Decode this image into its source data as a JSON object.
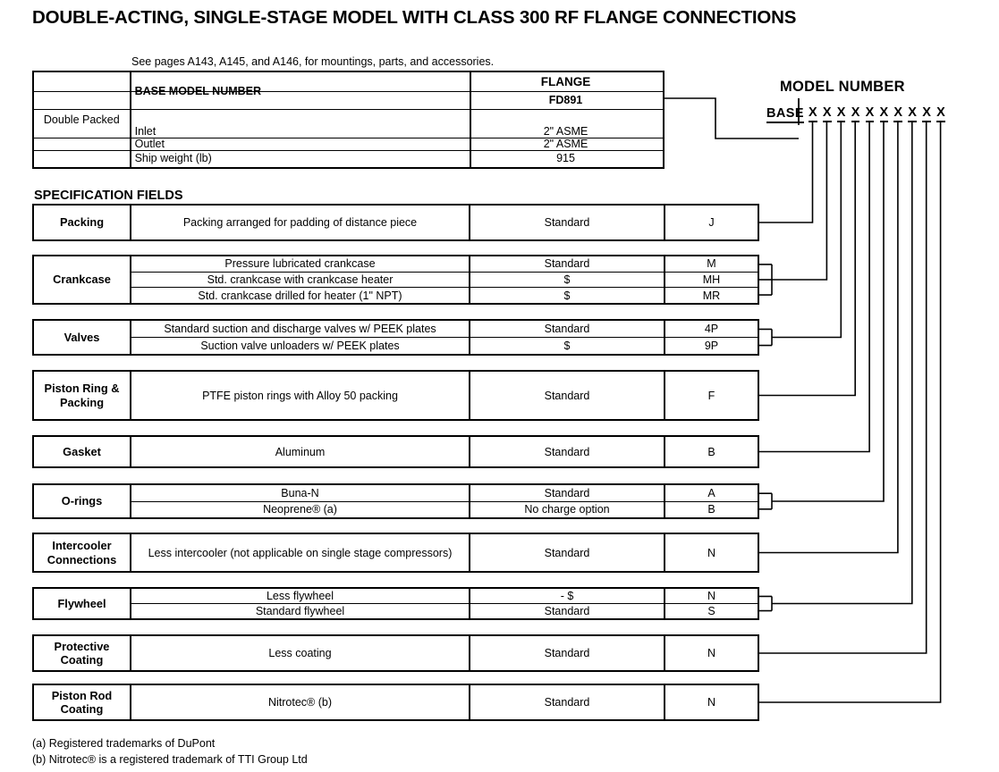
{
  "document": {
    "title": "DOUBLE-ACTING, SINGLE-STAGE MODEL WITH CLASS 300 RF FLANGE CONNECTIONS",
    "note": "See pages A143, A145, and A146, for mountings, parts, and accessories.",
    "spec_heading": "SPECIFICATION FIELDS"
  },
  "base_table": {
    "row_label": "Double Packed",
    "col_header_left": "BASE MODEL NUMBER",
    "col_header_right": "FLANGE",
    "model_code": "FD891",
    "rows": [
      {
        "label": "",
        "value": ""
      },
      {
        "label": "Inlet",
        "value": "2\" ASME"
      },
      {
        "label": "Outlet",
        "value": "2\" ASME"
      },
      {
        "label": "Ship weight (lb)",
        "value": "915"
      }
    ]
  },
  "model_number": {
    "title": "MODEL NUMBER",
    "base_label": "BASE",
    "placeholders": [
      "X",
      "X",
      "X",
      "X",
      "X",
      "X",
      "X",
      "X",
      "X",
      "X"
    ]
  },
  "spec_groups": [
    {
      "name": "Packing",
      "rows": [
        {
          "description": "Packing arranged for padding of distance piece",
          "charge": "Standard",
          "code": "J"
        }
      ]
    },
    {
      "name": "Crankcase",
      "rows": [
        {
          "description": "Pressure lubricated crankcase",
          "charge": "Standard",
          "code": "M"
        },
        {
          "description": "Std. crankcase with crankcase heater",
          "charge": "$",
          "code": "MH"
        },
        {
          "description": "Std. crankcase drilled for heater (1\" NPT)",
          "charge": "$",
          "code": "MR"
        }
      ]
    },
    {
      "name": "Valves",
      "rows": [
        {
          "description": "Standard suction and discharge valves w/ PEEK plates",
          "charge": "Standard",
          "code": "4P"
        },
        {
          "description": "Suction valve unloaders w/ PEEK plates",
          "charge": "$",
          "code": "9P"
        }
      ]
    },
    {
      "name": "Piston Ring & Packing",
      "rows": [
        {
          "description": "PTFE piston rings with Alloy 50 packing",
          "charge": "Standard",
          "code": "F"
        }
      ]
    },
    {
      "name": "Gasket",
      "rows": [
        {
          "description": "Aluminum",
          "charge": "Standard",
          "code": "B"
        }
      ]
    },
    {
      "name": "O-rings",
      "rows": [
        {
          "description": "Buna-N",
          "charge": "Standard",
          "code": "A"
        },
        {
          "description": "Neoprene® (a)",
          "charge": "No charge option",
          "code": "B"
        }
      ]
    },
    {
      "name": "Intercooler Connections",
      "rows": [
        {
          "description": "Less intercooler (not applicable on single stage compressors)",
          "charge": "Standard",
          "code": "N"
        }
      ]
    },
    {
      "name": "Flywheel",
      "rows": [
        {
          "description": "Less flywheel",
          "charge": "- $",
          "code": "N"
        },
        {
          "description": "Standard flywheel",
          "charge": "Standard",
          "code": "S"
        }
      ]
    },
    {
      "name": "Protective Coating",
      "rows": [
        {
          "description": "Less coating",
          "charge": "Standard",
          "code": "N"
        }
      ]
    },
    {
      "name": "Piston Rod Coating",
      "rows": [
        {
          "description": "Nitrotec® (b)",
          "charge": "Standard",
          "code": "N"
        }
      ]
    }
  ],
  "footnotes": [
    "(a) Registered trademarks of DuPont",
    "(b) Nitrotec® is a registered trademark of TTI Group Ltd"
  ],
  "colors": {
    "ink": "#000000",
    "paper": "#ffffff"
  }
}
